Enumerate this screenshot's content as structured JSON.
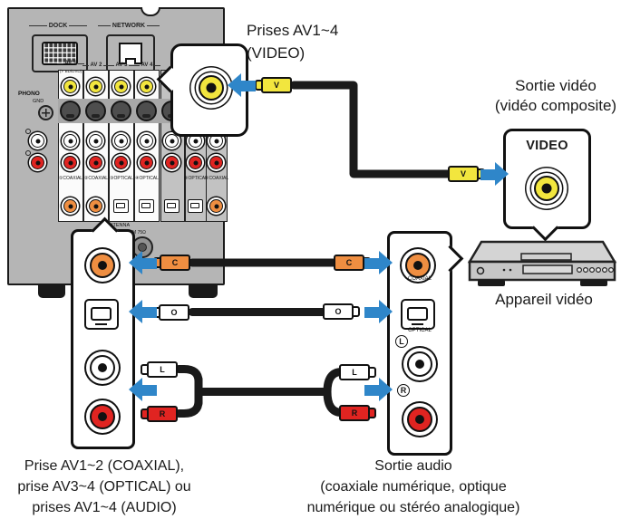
{
  "colors": {
    "accent_blue": "#2F86C9",
    "video_yellow": "#F2E63E",
    "coaxial_orange": "#EF8E41",
    "audio_red": "#E02421",
    "panel_gray": "#B5B5B5"
  },
  "labels": {
    "av_video": {
      "l1": "Prises AV1~4",
      "l2": "(VIDEO)"
    },
    "video_out": {
      "l1": "Sortie vidéo",
      "l2": "(vidéo composite)"
    },
    "device": "Appareil vidéo",
    "audio_in": {
      "l1": "Prise AV1~2 (COAXIAL),",
      "l2": "prise AV3~4 (OPTICAL) ou",
      "l3": "prises AV1~4 (AUDIO)"
    },
    "audio_out": {
      "l1": "Sortie audio",
      "l2": "(coaxiale numérique, optique",
      "l3": "numérique ou stéréo analogique)"
    }
  },
  "receiver": {
    "dock": "DOCK",
    "network": "NETWORK",
    "phono": "PHONO",
    "gnd": "GND",
    "antenna": "ANTENNA",
    "fm": "FM 75Ω",
    "columns": [
      {
        "label": "AV 1",
        "sub": "(Y BD/DVD)",
        "io": "①COAXIAL"
      },
      {
        "label": "AV 2",
        "io": "②COAXIAL"
      },
      {
        "label": "AV 3",
        "io": "③OPTICAL"
      },
      {
        "label": "AV 4",
        "io": "④OPTICAL"
      },
      {
        "label": "",
        "io": ""
      },
      {
        "label": "",
        "io": "⑤OPTICAL"
      },
      {
        "label": "",
        "io": "⑥COAXIAL"
      }
    ]
  },
  "video_callout": {
    "label": "VIDEO"
  },
  "source_callout": {
    "coaxial": "COAXIAL",
    "optical": "OPTICAL",
    "left": "L",
    "right": "R"
  },
  "plugs": {
    "video": "V",
    "coaxial": "C",
    "optical": "O",
    "left": "L",
    "right": "R"
  }
}
